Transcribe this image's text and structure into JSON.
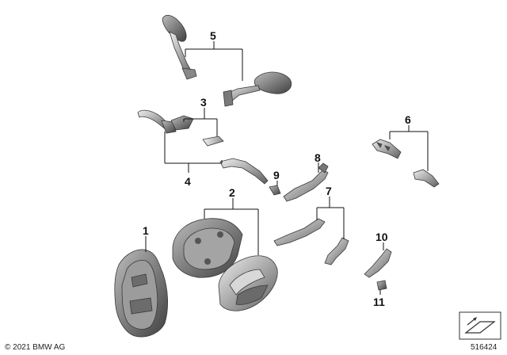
{
  "diagram": {
    "callouts": [
      {
        "id": "c1",
        "label": "1"
      },
      {
        "id": "c2",
        "label": "2"
      },
      {
        "id": "c3",
        "label": "3"
      },
      {
        "id": "c4",
        "label": "4"
      },
      {
        "id": "c5",
        "label": "5"
      },
      {
        "id": "c6",
        "label": "6"
      },
      {
        "id": "c7",
        "label": "7"
      },
      {
        "id": "c8",
        "label": "8"
      },
      {
        "id": "c9",
        "label": "9"
      },
      {
        "id": "c10",
        "label": "10"
      },
      {
        "id": "c11",
        "label": "11"
      }
    ],
    "copyright": "© 2021 BMW AG",
    "diagram_number": "516424"
  },
  "colors": {
    "part_light": "#d4d4d4",
    "part_mid": "#9a9a9a",
    "part_dark": "#5a5a5a",
    "line": "#111111"
  }
}
